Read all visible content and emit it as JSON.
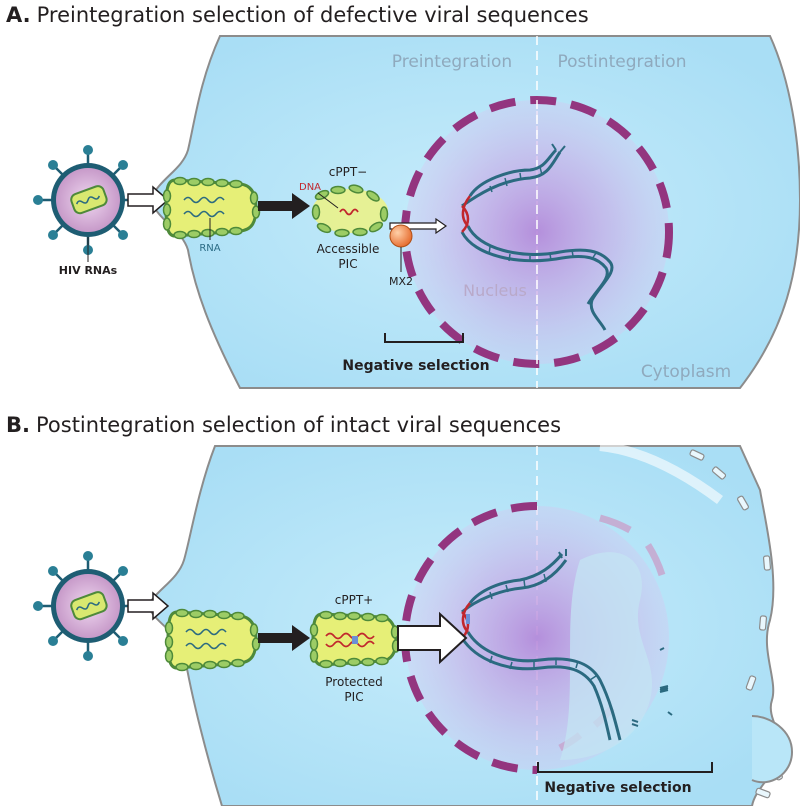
{
  "panel_a": {
    "letter": "A.",
    "title": "Preintegration selection of defective viral sequences",
    "region_left": "Preintegration",
    "region_right": "Postintegration",
    "nucleus": "Nucleus",
    "cytoplasm": "Cytoplasm",
    "hiv_rnas": "HIV RNAs",
    "rna": "RNA",
    "dna": "DNA",
    "cppt": "cPPT−",
    "pic_line1": "Accessible",
    "pic_line2": "PIC",
    "mx2": "MX2",
    "selection": "Negative selection"
  },
  "panel_b": {
    "letter": "B.",
    "title": "Postintegration selection of intact viral sequences",
    "cppt": "cPPT+",
    "pic_line1": "Protected",
    "pic_line2": "PIC",
    "selection": "Negative selection"
  },
  "colors": {
    "cell": "#b3e3f7",
    "cell_edge": "#8c8c8c",
    "nucleus_ring": "#93357f",
    "nucleus_fill": "#c08ed9",
    "capsid_fill": "#e6ef77",
    "capsid_edge": "#4e8a3a",
    "virus_spikes": "#1e5d73",
    "strand": "#2b6a80",
    "dna_red": "#c1272d",
    "mx2": "#f08a4b"
  }
}
